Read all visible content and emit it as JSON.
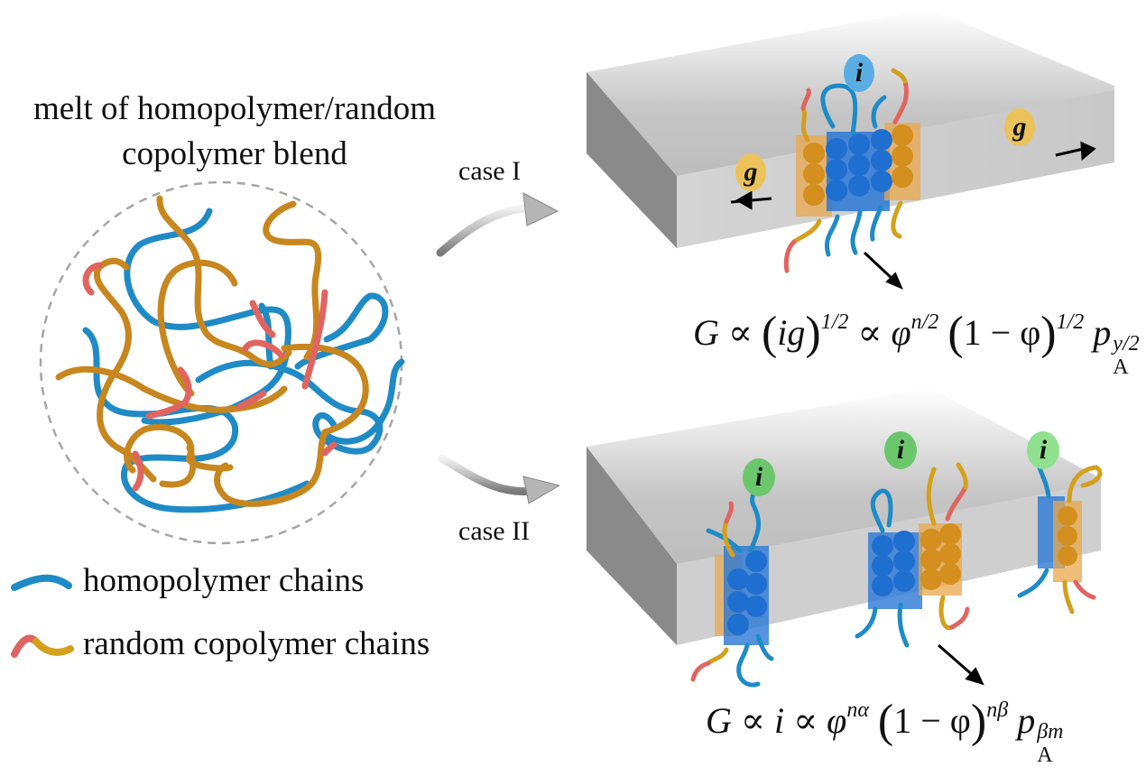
{
  "title": {
    "line1": "melt of homopolymer/random",
    "line2": "copolymer blend"
  },
  "cases": [
    {
      "label": "case I"
    },
    {
      "label": "case II"
    }
  ],
  "legend": [
    {
      "label": "homopolymer chains",
      "icon": "blue-chain-segment"
    },
    {
      "label": "random copolymer chains",
      "icon": "red-orange-chain-segment"
    }
  ],
  "colors": {
    "homopolymer": "#1f8bc6",
    "copolymer_orange": "#c8861e",
    "copolymer_red": "#e06460",
    "badge_i_case1": "#5aaee3",
    "badge_i_case2": "#7fd47f",
    "badge_g": "#ecc35a",
    "slab": "#c9c9c9",
    "dashed_circle": "#a6a6a6"
  },
  "badges": {
    "i": "i",
    "g": "g"
  },
  "formula1": {
    "G": "G",
    "prop": "∝",
    "lp": "(",
    "ig": "ig",
    "rp": ")",
    "exp_ig": "1/2",
    "phi": "φ",
    "exp_phi": "n/2",
    "one_minus_phi": "1 − φ",
    "exp_1mphi": "1/2",
    "p": "p",
    "sub_p": "A",
    "exp_p": "y/2"
  },
  "formula2": {
    "G": "G",
    "prop": "∝",
    "i": "i",
    "phi": "φ",
    "exp_phi": "nα",
    "lp": "(",
    "one_minus_phi": "1 − φ",
    "rp": ")",
    "exp_1mphi": "nβ",
    "p": "p",
    "sub_p": "A",
    "exp_p": "βm"
  }
}
